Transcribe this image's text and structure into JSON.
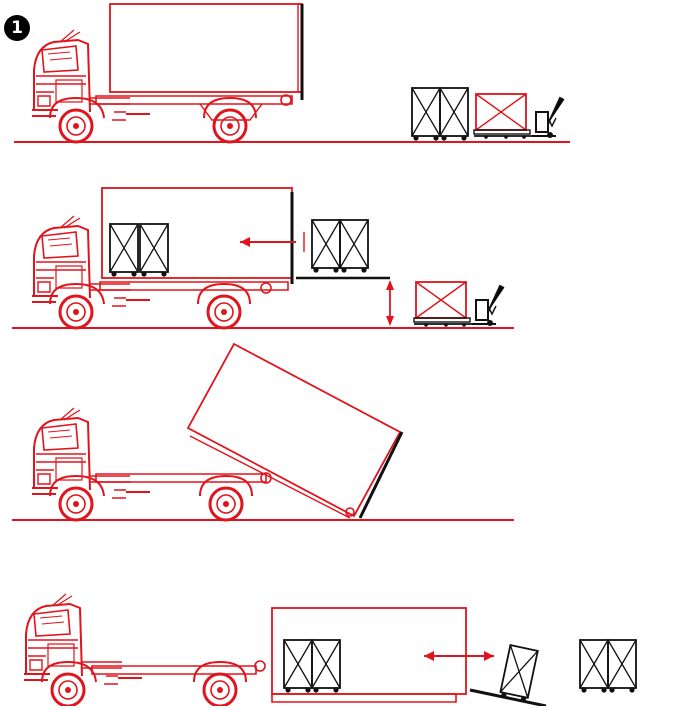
{
  "step": {
    "number": "1"
  },
  "colors": {
    "line": "#e0141c",
    "ink": "#111111",
    "background": "#ffffff"
  },
  "scenes": [
    {
      "id": "truck-with-body",
      "elements": [
        "truck-cab",
        "swap-body",
        "two-crates",
        "pallet-with-crate",
        "pallet-truck"
      ]
    },
    {
      "id": "loading-from-dock",
      "elements": [
        "truck-cab",
        "swap-body",
        "two-crates-inside",
        "loading-arrow",
        "dock-with-two-crates",
        "height-arrow",
        "pallet-with-crate",
        "pallet-truck"
      ]
    },
    {
      "id": "tipping-body",
      "elements": [
        "truck-cab",
        "tilted-body"
      ]
    },
    {
      "id": "body-on-ground",
      "elements": [
        "truck-cab",
        "empty-chassis",
        "body-on-ground",
        "two-crates-inside",
        "double-arrow",
        "crate-on-ramp",
        "two-crates"
      ]
    }
  ]
}
